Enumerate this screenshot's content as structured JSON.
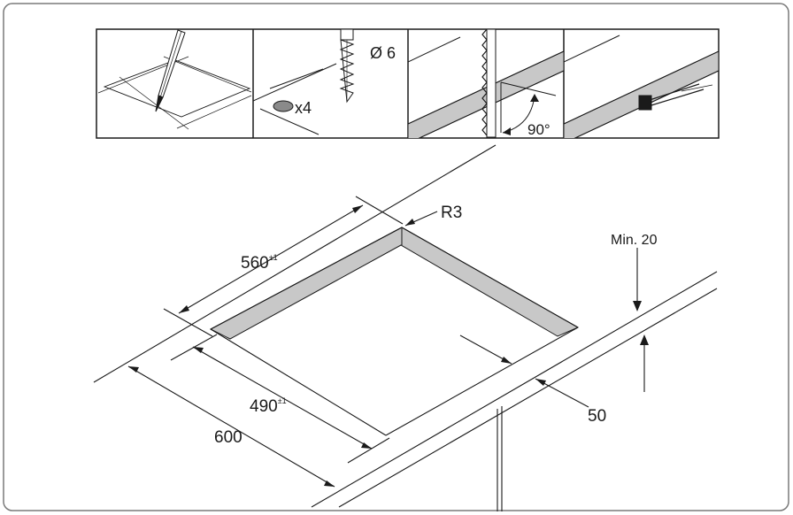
{
  "colors": {
    "line": "#1a1a1a",
    "frame": "#7a7a7a",
    "edge_fill": "#c8c8c8",
    "dowel_fill": "#8a8a8a"
  },
  "steps": [
    {
      "icon": "pencil-marking-icon"
    },
    {
      "icon": "drill-bit-icon",
      "diameter": "Ø 6",
      "count": "x4"
    },
    {
      "icon": "jigsaw-blade-icon",
      "angle": "90°"
    },
    {
      "icon": "sealant-brush-icon"
    }
  ],
  "dimensions": {
    "radius": "R3",
    "cutout_length": "560",
    "cutout_length_tol": "±1",
    "cutout_width": "490",
    "cutout_width_tol": "±1",
    "depth_min": "Min. 20",
    "worktop_depth": "600",
    "front_margin": "50"
  }
}
